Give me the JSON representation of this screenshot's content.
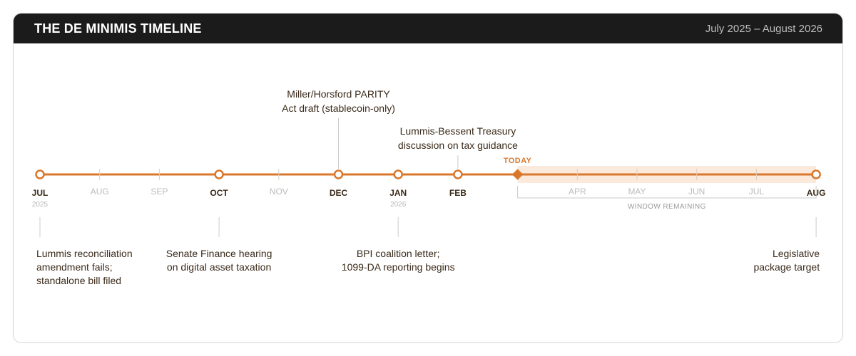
{
  "header": {
    "title": "THE DE MINIMIS TIMELINE",
    "date_range": "July 2025 – August 2026"
  },
  "colors": {
    "accent": "#d9772b",
    "accent_band": "#fbe9dc",
    "text_dark": "#3a2a1a",
    "text_muted": "#bbbbbb",
    "connector": "#cccccc"
  },
  "months": [
    {
      "label": "JUL",
      "year": "2025",
      "milestone": true
    },
    {
      "label": "AUG",
      "milestone": false
    },
    {
      "label": "SEP",
      "milestone": false
    },
    {
      "label": "OCT",
      "milestone": true
    },
    {
      "label": "NOV",
      "milestone": false
    },
    {
      "label": "DEC",
      "milestone": true
    },
    {
      "label": "JAN",
      "year": "2026",
      "milestone": true
    },
    {
      "label": "FEB",
      "milestone": true
    },
    {
      "label": "",
      "milestone": false,
      "today": true
    },
    {
      "label": "APR",
      "milestone": false
    },
    {
      "label": "MAY",
      "milestone": false
    },
    {
      "label": "JUN",
      "milestone": false
    },
    {
      "label": "JUL",
      "milestone": false
    },
    {
      "label": "AUG",
      "milestone": true
    }
  ],
  "today_label": "TODAY",
  "window_label": "WINDOW REMAINING",
  "events_above": [
    {
      "month_index": 5,
      "lines": [
        "Miller/Horsford PARITY",
        "Act draft (stablecoin-only)"
      ]
    },
    {
      "month_index": 7,
      "lines": [
        "Lummis-Bessent Treasury",
        "discussion on tax guidance"
      ]
    }
  ],
  "events_below": [
    {
      "month_index": 0,
      "align": "start",
      "lines": [
        "Lummis reconciliation",
        "amendment fails;",
        "standalone bill filed"
      ]
    },
    {
      "month_index": 3,
      "align": "middle",
      "lines": [
        "Senate Finance hearing",
        "on digital asset taxation"
      ]
    },
    {
      "month_index": 6,
      "align": "middle",
      "lines": [
        "BPI coalition letter;",
        "1099-DA reporting begins"
      ]
    },
    {
      "month_index": 13,
      "align": "end",
      "lines": [
        "Legislative",
        "package target"
      ]
    }
  ]
}
